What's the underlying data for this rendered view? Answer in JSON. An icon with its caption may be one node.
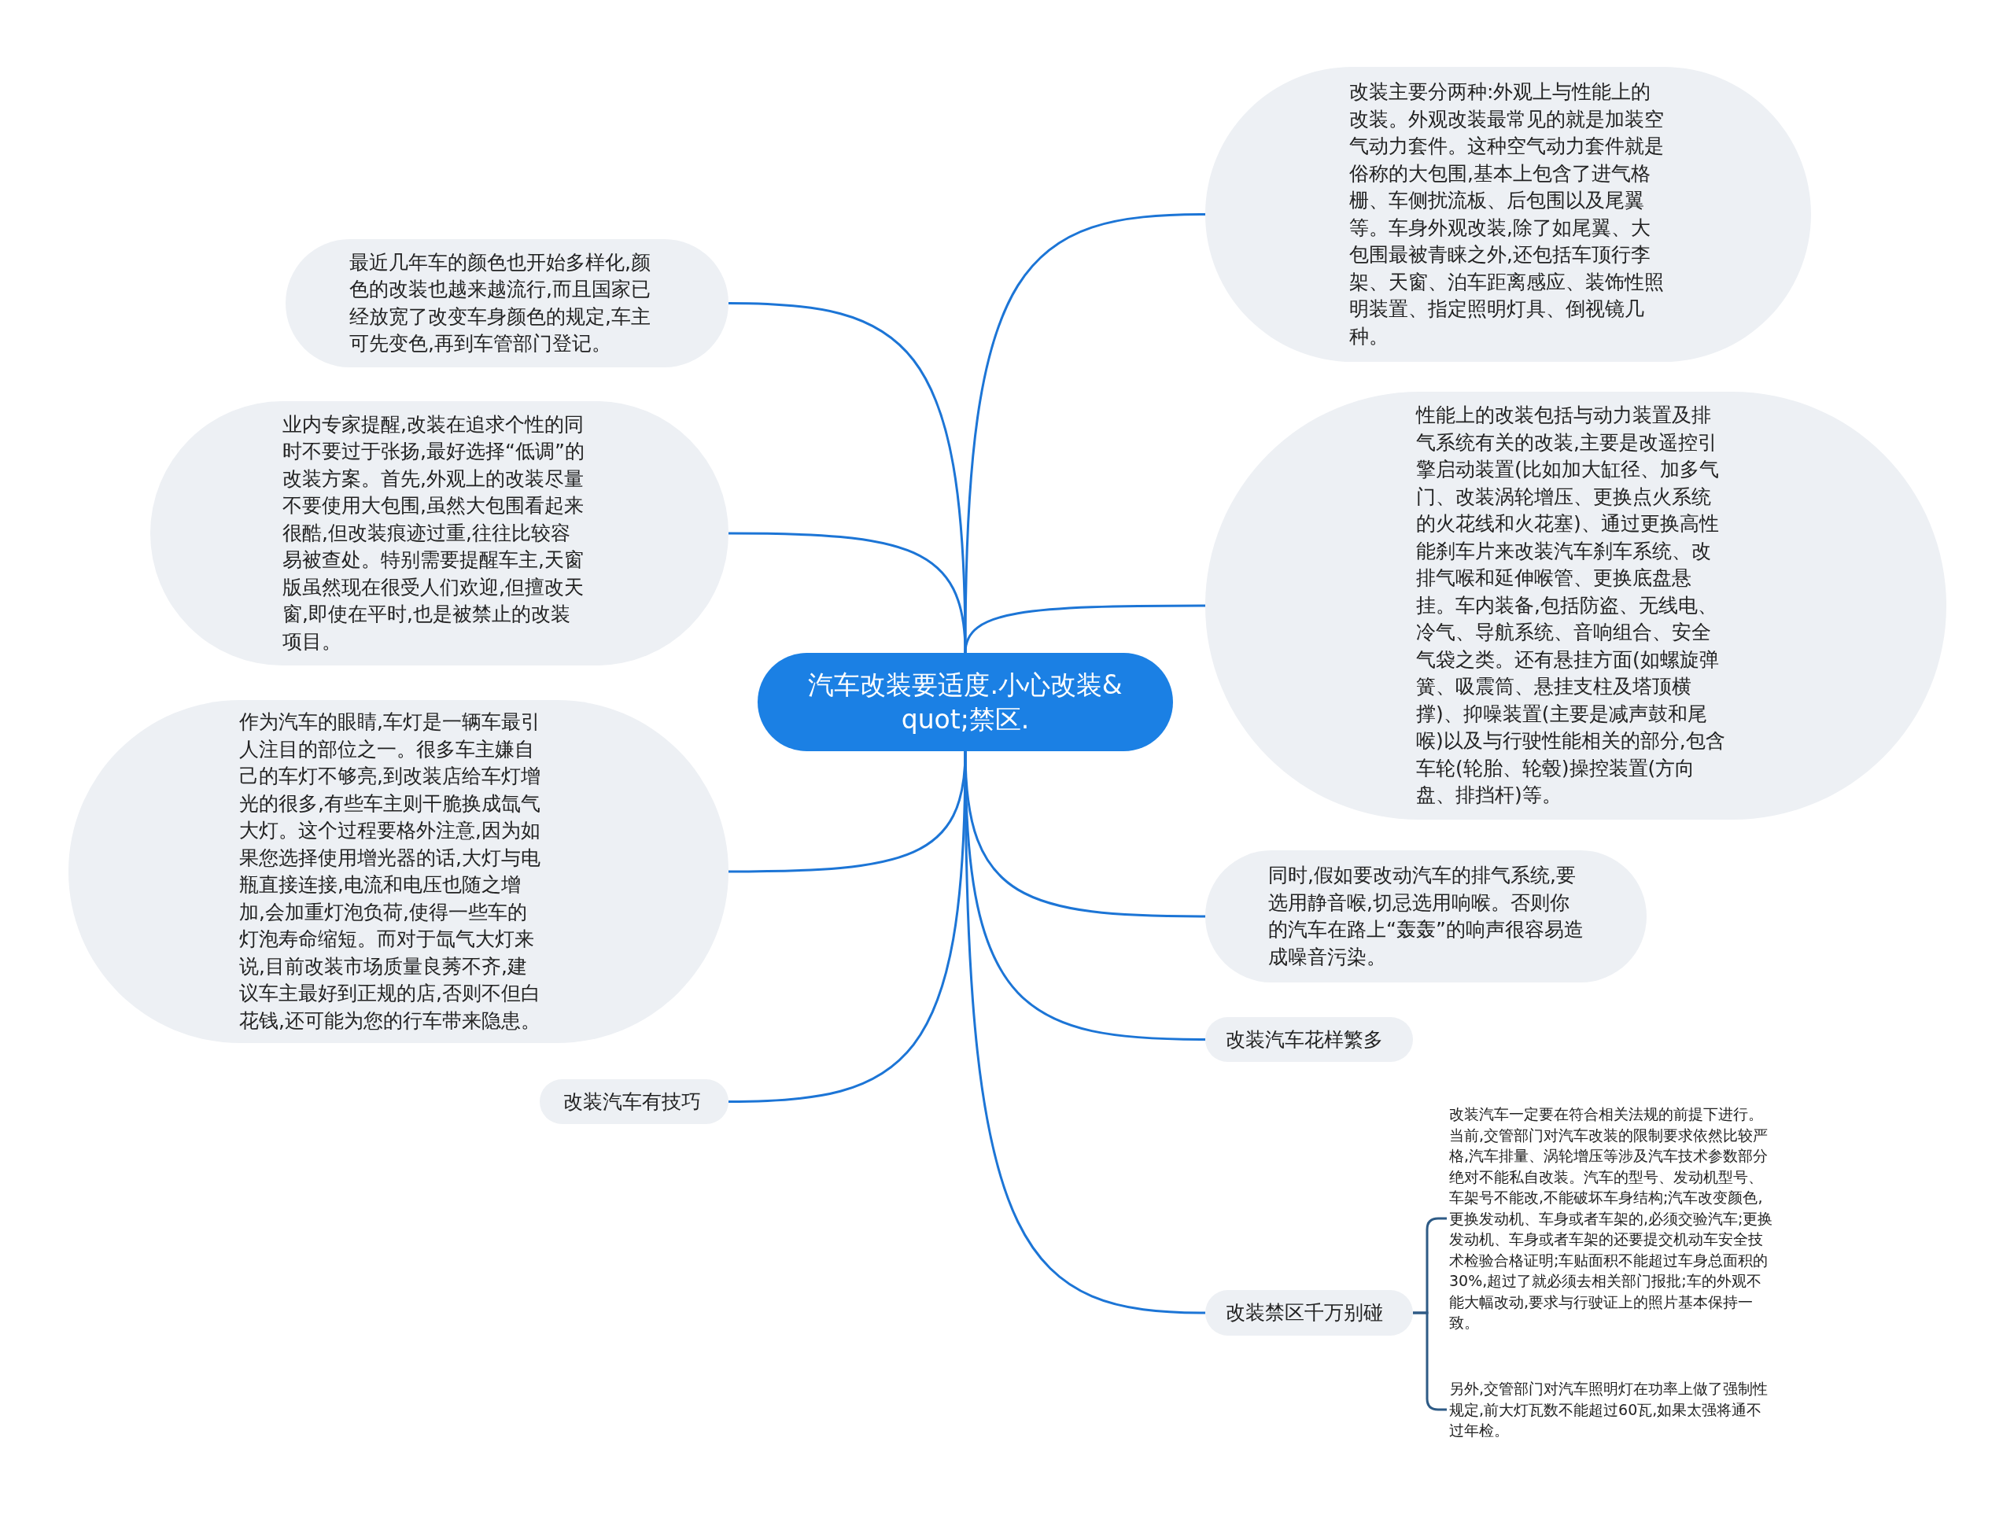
{
  "diagram": {
    "nodes": [
      {
        "text": [
          "汽车改装要适度.小心改装&quot;禁区."
        ]
      },
      {
        "text": [
          "改装主要分两种:外观上与性能上的改装。外观改装最常见的就是加装空气动力套件。这种空气动力套件就是俗称的大包围,基本上包含了进气格栅、车侧扰流板、后包围以及尾翼等。车身外观改装,除了如尾翼、大包围最被青睐之外,还包括车顶行李架、天窗、泊车距离感应、装饰性照明装置、指定照明灯具、倒视镜几种。"
        ]
      },
      {
        "text": [
          "性能上的改装包括与动力装置及排气系统有关的改装,主要是改遥控引擎启动装置(比如加大缸径、加多气门、改装涡轮增压、更换点火系统的火花线和火花塞)、通过更换高性能刹车片来改装汽车刹车系统、改排气喉和延伸喉管、更换底盘悬挂。车内装备,包括防盗、无线电、冷气、导航系统、音响组合、安全气袋之类。还有悬挂方面(如螺旋弹簧、吸震筒、悬挂支柱及塔顶横撑)、抑噪装置(主要是减声鼓和尾喉)以及与行驶性能相关的部分,包含车轮(轮胎、轮毂)操控装置(方向盘、排挡杆)等。"
        ]
      },
      {
        "text": [
          "同时,假如要改动汽车的排气系统,要选用静音喉,切忌选用响喉。否则你的汽车在路上“轰轰”的响声很容易造成噪音污染。"
        ]
      },
      {
        "text": [
          "改装汽车花样繁多"
        ]
      },
      {
        "text": [
          "改装禁区千万别碰"
        ]
      },
      {
        "text": [
          "改装汽车一定要在符合相关法规的前提下进行。当前,交管部门对汽车改装的限制要求依然比较严格,汽车排量、涡轮增压等涉及汽车技术参数部分绝对不能私自改装。汽车的型号、发动机型号、车架号不能改,不能破坏车身结构;汽车改变颜色,更换发动机、车身或者车架的,必须交验汽车;更换发动机、车身或者车架的还要提交机动车安全技术检验合格证明;车贴面积不能超过车身总面积的30%,超过了就必须去相关部门报批;车的外观不能大幅改动,要求与行驶证上的照片基本保持一致。"
        ]
      },
      {
        "text": [
          "另外,交管部门对汽车照明灯在功率上做了强制性规定,前大灯瓦数不能超过60瓦,如果太强将通不过年检。"
        ]
      },
      {
        "text": [
          "最近几年车的颜色也开始多样化,颜色的改装也越来越流行,而且国家已经放宽了改变车身颜色的规定,车主可先变色,再到车管部门登记。"
        ]
      },
      {
        "text": [
          "业内专家提醒,改装在追求个性的同时不要过于张扬,最好选择“低调”的改装方案。首先,外观上的改装尽量不要使用大包围,虽然大包围看起来很酷,但改装痕迹过重,往往比较容易被查处。特别需要提醒车主,天窗版虽然现在很受人们欢迎,但擅改天窗,即使在平时,也是被禁止的改装项目。"
        ]
      },
      {
        "text": [
          "作为汽车的眼睛,车灯是一辆车最引人注目的部位之一。很多车主嫌自己的车灯不够亮,到改装店给车灯增光的很多,有些车主则干脆换成氙气大灯。这个过程要格外注意,因为如果您选择使用增光器的话,大灯与电瓶直接连接,电流和电压也随之增加,会加重灯泡负荷,使得一些车的灯泡寿命缩短。而对于氙气大灯来说,目前改装市场质量良莠不齐,建议车主最好到正规的店,否则不但白花钱,还可能为您的行车带来隐患。"
        ]
      },
      {
        "text": [
          "改装汽车有技巧"
        ]
      }
    ],
    "edges": [
      {
        "from": 0,
        "to": 1,
        "arrow": "none"
      },
      {
        "from": 0,
        "to": 2,
        "arrow": "none"
      },
      {
        "from": 0,
        "to": 3,
        "arrow": "none"
      },
      {
        "from": 0,
        "to": 4,
        "arrow": "none"
      },
      {
        "from": 0,
        "to": 5,
        "arrow": "none"
      },
      {
        "from": 0,
        "to": 8,
        "arrow": "none"
      },
      {
        "from": 0,
        "to": 9,
        "arrow": "none"
      },
      {
        "from": 0,
        "to": 10,
        "arrow": "none"
      },
      {
        "from": 0,
        "to": 11,
        "arrow": "none"
      },
      {
        "from": 5,
        "to": 6,
        "arrow": "none",
        "color": "#2e5b86"
      },
      {
        "from": 5,
        "to": 7,
        "arrow": "none",
        "color": "#2e5b86"
      }
    ]
  }
}
